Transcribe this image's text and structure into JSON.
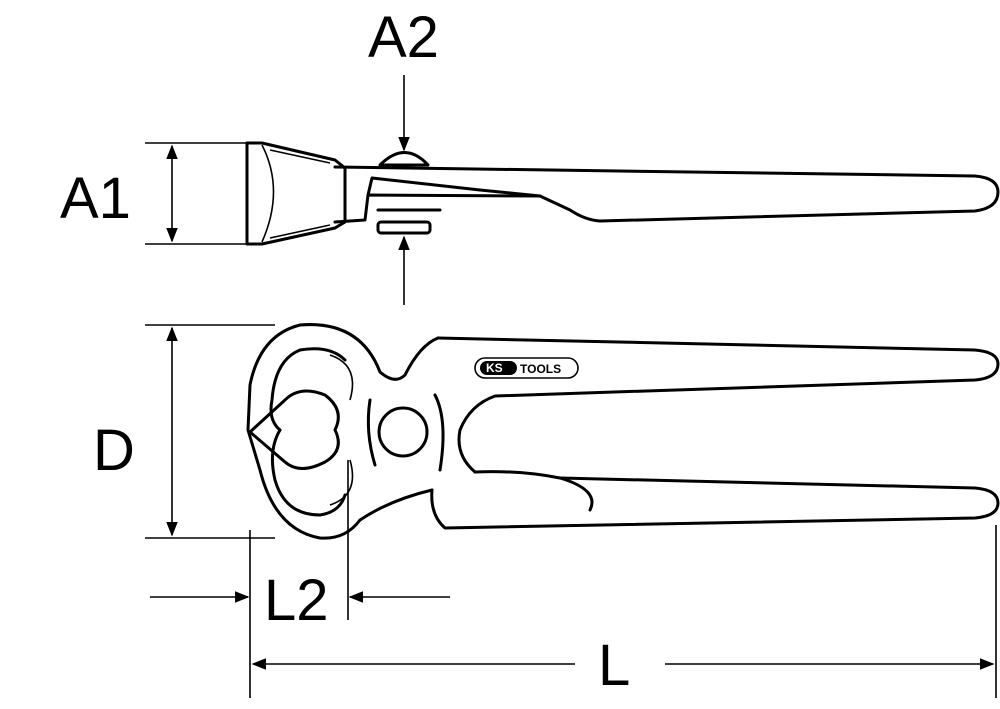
{
  "dimensions": {
    "a1": "A1",
    "a2": "A2",
    "d": "D",
    "l2": "L2",
    "l": "L"
  },
  "logo": {
    "brand_ks": "KS",
    "brand_tools": "TOOLS",
    "color": "#000000"
  }
}
